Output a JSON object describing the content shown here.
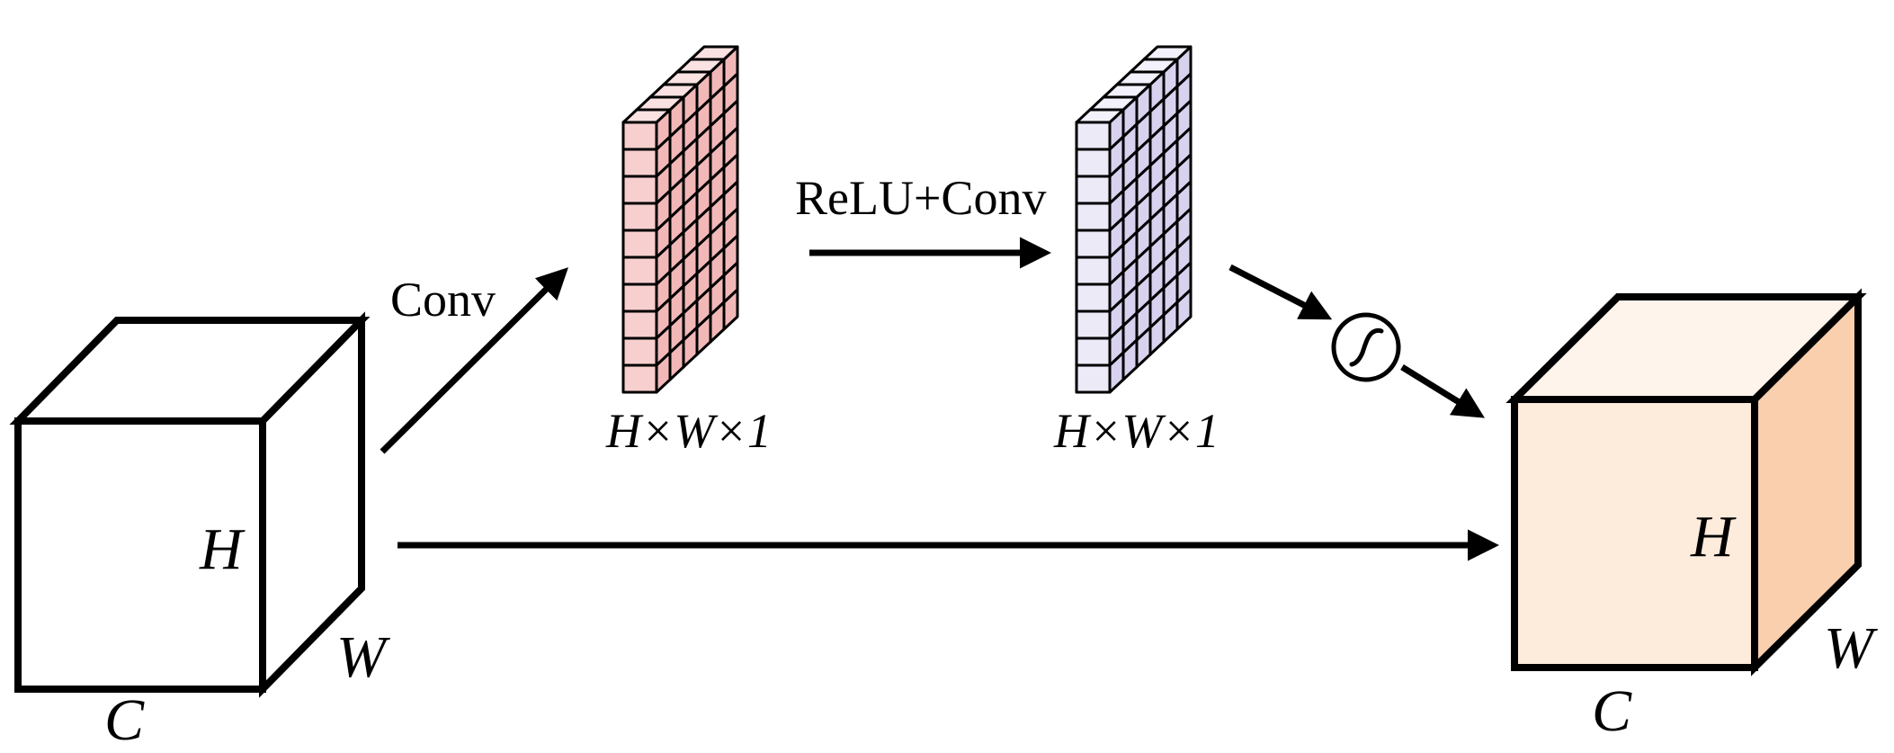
{
  "diagram": {
    "input_cube": {
      "h_label": "H",
      "w_label": "W",
      "c_label": "C"
    },
    "output_cube": {
      "h_label": "H",
      "w_label": "W",
      "c_label": "C"
    },
    "feature_map_1": {
      "dim_label": "H×W×1"
    },
    "feature_map_2": {
      "dim_label": "H×W×1"
    },
    "operations": {
      "conv": "Conv",
      "relu_conv": "ReLU+Conv"
    },
    "sigmoid_icon": "sigmoid-icon",
    "colors": {
      "stroke": "#000000",
      "map1_front": "#f7cfcf",
      "map1_side": "#f2b8b8",
      "map1_top": "#fbe2e2",
      "map2_front": "#eceaf7",
      "map2_side": "#d9d2ef",
      "map2_top": "#f3f1fb",
      "output_front": "#fdebdc",
      "output_top": "#fef4ec",
      "output_side": "#f9cfae"
    }
  }
}
